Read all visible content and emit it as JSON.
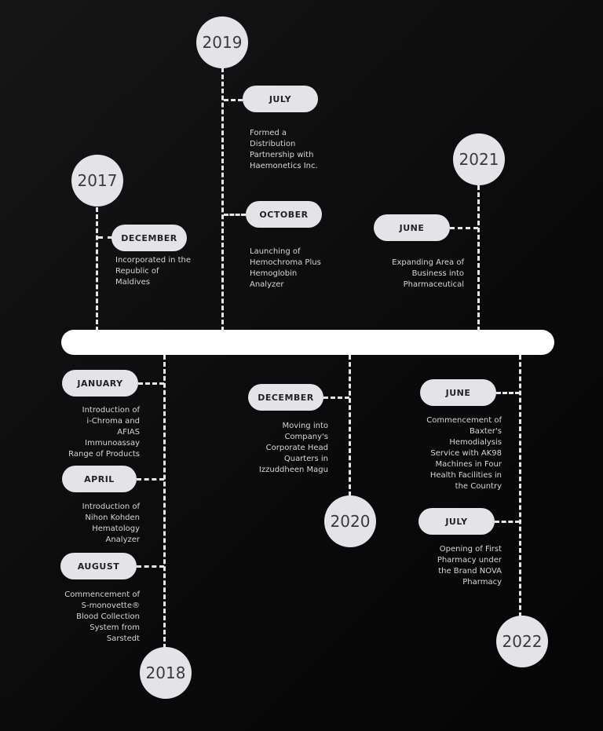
{
  "timeline": {
    "groups": [
      {
        "year": "2017",
        "events": [
          {
            "month": "DECEMBER",
            "text": "Incorporated in the\nRepublic of\nMaldives"
          }
        ]
      },
      {
        "year": "2018",
        "events": [
          {
            "month": "JANUARY",
            "text": "Introduction of\ni-Chroma and\nAFIAS\nImmunoassay\nRange of Products"
          },
          {
            "month": "APRIL",
            "text": "Introduction of\nNihon Kohden\nHematology\nAnalyzer"
          },
          {
            "month": "AUGUST",
            "text": "Commencement of\nS-monovette®\nBlood Collection\nSystem from\nSarstedt"
          }
        ]
      },
      {
        "year": "2019",
        "events": [
          {
            "month": "JULY",
            "text": "Formed a\nDistribution\nPartnership with\nHaemonetics Inc."
          },
          {
            "month": "OCTOBER",
            "text": "Launching of\nHemochroma Plus\nHemoglobin\nAnalyzer"
          }
        ]
      },
      {
        "year": "2020",
        "events": [
          {
            "month": "DECEMBER",
            "text": "Moving into\nCompany's\nCorporate Head\nQuarters in\nIzzuddheen Magu"
          }
        ]
      },
      {
        "year": "2021",
        "events": [
          {
            "month": "JUNE",
            "text": "Expanding Area of\nBusiness into\nPharmaceutical"
          }
        ]
      },
      {
        "year": "2022",
        "events": [
          {
            "month": "JUNE",
            "text": "Commencement of\nBaxter's\nHemodialysis\nService with AK98\nMachines in Four\nHealth Facilities in\nthe Country"
          },
          {
            "month": "JULY",
            "text": "Opening of First\nPharmacy under\nthe Brand NOVA\nPharmacy"
          }
        ]
      }
    ]
  }
}
